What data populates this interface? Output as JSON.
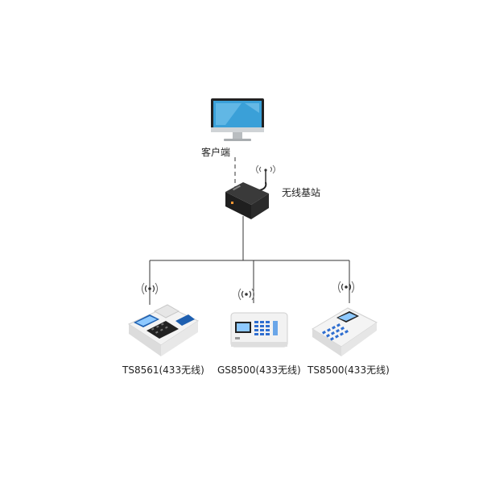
{
  "client": {
    "label": "客户端"
  },
  "base_station": {
    "label": "无线基站"
  },
  "terminals": [
    {
      "label": "TS8561(433无线)"
    },
    {
      "label": "GS8500(433无线)"
    },
    {
      "label": "TS8500(433无线)"
    }
  ],
  "colors": {
    "line": "#333333",
    "monitor_screen": "#3aa0d8",
    "device_dark": "#2a2a2a",
    "device_body": "#f2f2f2",
    "device_blue": "#1e5fb0",
    "keypad_blue": "#2f6ed0"
  }
}
